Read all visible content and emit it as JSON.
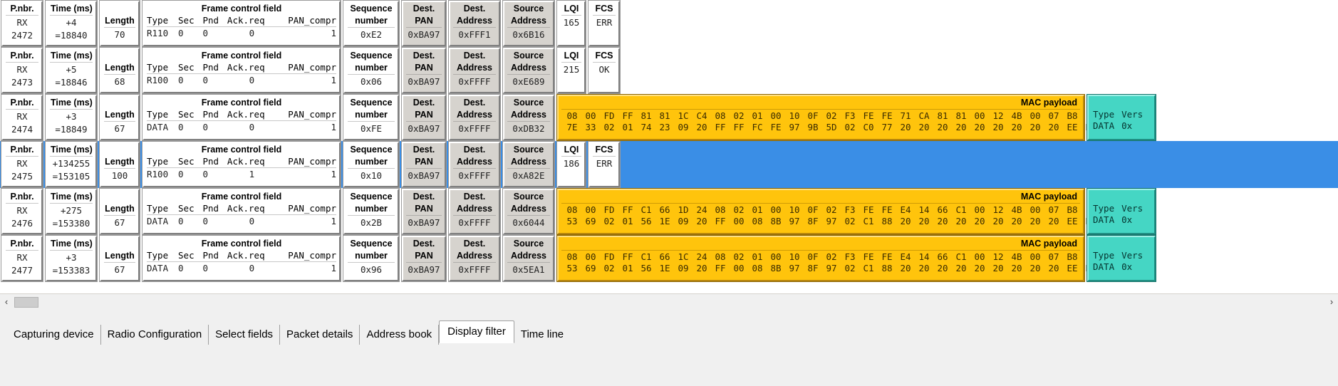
{
  "columns": {
    "pnbr_label": "P.nbr.",
    "time_label": "Time (ms)",
    "length_label": "Length",
    "fcf_label": "Frame control field",
    "fcf_sub": {
      "type": "Type",
      "sec": "Sec",
      "pnd": "Pnd",
      "ack": "Ack.req",
      "pan": "PAN_compr"
    },
    "seq_label_1": "Sequence",
    "seq_label_2": "number",
    "dpan_label_1": "Dest.",
    "dpan_label_2": "PAN",
    "daddr_label_1": "Dest.",
    "daddr_label_2": "Address",
    "saddr_label_1": "Source",
    "saddr_label_2": "Address",
    "lqi_label": "LQI",
    "fcs_label": "FCS",
    "payload_label": "MAC payload",
    "type_label_1": "Type",
    "type_label_2": "Vers"
  },
  "packets": [
    {
      "direction": "RX",
      "pnbr": "2472",
      "time_delta": "+4",
      "time_abs": "=18840",
      "length": "70",
      "fcf": {
        "type": "R110",
        "sec": "0",
        "pnd": "0",
        "ack": "0",
        "pan": "1"
      },
      "seq": "0xE2",
      "dpan": "0xBA97",
      "daddr": "0xFFF1",
      "saddr": "0x6B16",
      "lqi": "165",
      "fcs": "ERR",
      "selected": false,
      "has_payload": false,
      "payload_hex_1": [],
      "payload_hex_2": [],
      "type_val": "",
      "vers_val": ""
    },
    {
      "direction": "RX",
      "pnbr": "2473",
      "time_delta": "+5",
      "time_abs": "=18846",
      "length": "68",
      "fcf": {
        "type": "R100",
        "sec": "0",
        "pnd": "0",
        "ack": "0",
        "pan": "1"
      },
      "seq": "0x06",
      "dpan": "0xBA97",
      "daddr": "0xFFFF",
      "saddr": "0xE689",
      "lqi": "215",
      "fcs": "OK",
      "selected": false,
      "has_payload": false,
      "payload_hex_1": [],
      "payload_hex_2": [],
      "type_val": "",
      "vers_val": ""
    },
    {
      "direction": "RX",
      "pnbr": "2474",
      "time_delta": "+3",
      "time_abs": "=18849",
      "length": "67",
      "fcf": {
        "type": "DATA",
        "sec": "0",
        "pnd": "0",
        "ack": "0",
        "pan": "1"
      },
      "seq": "0xFE",
      "dpan": "0xBA97",
      "daddr": "0xFFFF",
      "saddr": "0xDB32",
      "lqi": "",
      "fcs": "",
      "selected": false,
      "has_payload": true,
      "payload_hex_1": [
        "08",
        "00",
        "FD",
        "FF",
        "81",
        "81",
        "1C",
        "C4",
        "08",
        "02",
        "01",
        "00",
        "10",
        "0F",
        "02",
        "F3",
        "FE",
        "FE",
        "71",
        "CA",
        "81",
        "81",
        "00",
        "12",
        "4B",
        "00",
        "07",
        "B8"
      ],
      "payload_hex_2": [
        "7E",
        "33",
        "02",
        "01",
        "74",
        "23",
        "09",
        "20",
        "FF",
        "FF",
        "FC",
        "FE",
        "97",
        "9B",
        "5D",
        "02",
        "C0",
        "77",
        "20",
        "20",
        "20",
        "20",
        "20",
        "20",
        "20",
        "20",
        "20",
        "EE",
        "EE"
      ],
      "type_val": "DATA",
      "vers_val": "0x"
    },
    {
      "direction": "RX",
      "pnbr": "2475",
      "time_delta": "+134255",
      "time_abs": "=153105",
      "length": "100",
      "fcf": {
        "type": "R100",
        "sec": "0",
        "pnd": "0",
        "ack": "1",
        "pan": "1"
      },
      "seq": "0x10",
      "dpan": "0xBA97",
      "daddr": "0xFFFF",
      "saddr": "0xA82E",
      "lqi": "186",
      "fcs": "ERR",
      "selected": true,
      "has_payload": false,
      "payload_hex_1": [],
      "payload_hex_2": [],
      "type_val": "",
      "vers_val": ""
    },
    {
      "direction": "RX",
      "pnbr": "2476",
      "time_delta": "+275",
      "time_abs": "=153380",
      "length": "67",
      "fcf": {
        "type": "DATA",
        "sec": "0",
        "pnd": "0",
        "ack": "0",
        "pan": "1"
      },
      "seq": "0x2B",
      "dpan": "0xBA97",
      "daddr": "0xFFFF",
      "saddr": "0x6044",
      "lqi": "",
      "fcs": "",
      "selected": false,
      "has_payload": true,
      "payload_hex_1": [
        "08",
        "00",
        "FD",
        "FF",
        "C1",
        "66",
        "1D",
        "24",
        "08",
        "02",
        "01",
        "00",
        "10",
        "0F",
        "02",
        "F3",
        "FE",
        "FE",
        "E4",
        "14",
        "66",
        "C1",
        "00",
        "12",
        "4B",
        "00",
        "07",
        "B8"
      ],
      "payload_hex_2": [
        "53",
        "69",
        "02",
        "01",
        "56",
        "1E",
        "09",
        "20",
        "FF",
        "00",
        "08",
        "8B",
        "97",
        "8F",
        "97",
        "02",
        "C1",
        "88",
        "20",
        "20",
        "20",
        "20",
        "20",
        "20",
        "20",
        "20",
        "20",
        "EE",
        "EE"
      ],
      "type_val": "DATA",
      "vers_val": "0x"
    },
    {
      "direction": "RX",
      "pnbr": "2477",
      "time_delta": "+3",
      "time_abs": "=153383",
      "length": "67",
      "fcf": {
        "type": "DATA",
        "sec": "0",
        "pnd": "0",
        "ack": "0",
        "pan": "1"
      },
      "seq": "0x96",
      "dpan": "0xBA97",
      "daddr": "0xFFFF",
      "saddr": "0x5EA1",
      "lqi": "",
      "fcs": "",
      "selected": false,
      "has_payload": true,
      "payload_hex_1": [
        "08",
        "00",
        "FD",
        "FF",
        "C1",
        "66",
        "1C",
        "24",
        "08",
        "02",
        "01",
        "00",
        "10",
        "0F",
        "02",
        "F3",
        "FE",
        "FE",
        "E4",
        "14",
        "66",
        "C1",
        "00",
        "12",
        "4B",
        "00",
        "07",
        "B8"
      ],
      "payload_hex_2": [
        "53",
        "69",
        "02",
        "01",
        "56",
        "1E",
        "09",
        "20",
        "FF",
        "00",
        "08",
        "8B",
        "97",
        "8F",
        "97",
        "02",
        "C1",
        "88",
        "20",
        "20",
        "20",
        "20",
        "20",
        "20",
        "20",
        "20",
        "20",
        "EE",
        "EE"
      ],
      "type_val": "DATA",
      "vers_val": "0x"
    }
  ],
  "scrollbar": {
    "left_arrow": "‹",
    "right_arrow": "›"
  },
  "tabs": [
    {
      "label": "Capturing device",
      "active": false
    },
    {
      "label": "Radio Configuration",
      "active": false
    },
    {
      "label": "Select fields",
      "active": false
    },
    {
      "label": "Packet details",
      "active": false
    },
    {
      "label": "Address book",
      "active": false
    },
    {
      "label": "Display filter",
      "active": true
    },
    {
      "label": "Time line",
      "active": false
    }
  ],
  "colors": {
    "selection": "#3a8ee6",
    "payload": "#FFC40C",
    "type_panel": "#45D6C4",
    "panel": "#d6d3ce"
  }
}
